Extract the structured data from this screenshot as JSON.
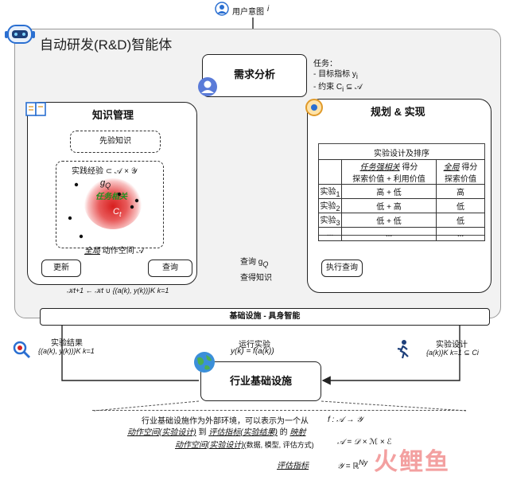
{
  "header": {
    "user_intent": "用户意图",
    "user_intent_symbol": "i",
    "system_title": "自动研发(R&D)智能体"
  },
  "needs_analysis": {
    "label": "需求分析"
  },
  "task_note": {
    "heading": "任务：",
    "line1": "- 目标指标 y",
    "line1_sub": "i",
    "line2": "- 约束 C",
    "line2_sub": "i",
    "line2_tail": " ⊆ 𝒜"
  },
  "knowledge": {
    "title": "知识管理",
    "prior": "先验知识",
    "practice": "实践经验 ⊂ 𝒜 × 𝒴",
    "gq": "g",
    "gq_sub": "Q",
    "task_related": "任务相关",
    "ct": "C",
    "ct_sub": "t",
    "global_space_italic": "全局",
    "global_space_rest": " 动作空间 𝒜",
    "update": "更新",
    "query": "查询",
    "update_formula": "𝒦t+1 ← 𝒦t ∪ {(a(k), y(k))}K k=1"
  },
  "planning": {
    "title": "规划 & 实现",
    "table_title": "实验设计及排序",
    "col_task_italic": "任务强相关",
    "col_task_rest": " 得分",
    "col_task_sub": "探索价值 + 利用价值",
    "col_global_italic": "全局",
    "col_global_rest": " 得分",
    "col_global_sub": "探索价值",
    "rows": [
      {
        "name": "实验",
        "sub": "1",
        "task": "高 + 低",
        "global": "高"
      },
      {
        "name": "实验",
        "sub": "2",
        "task": "低 + 高",
        "global": "低"
      },
      {
        "name": "实验",
        "sub": "3",
        "task": "低 + 低",
        "global": "低"
      },
      {
        "name": "...",
        "sub": "",
        "task": "...",
        "global": "..."
      }
    ],
    "execute_query": "执行查询"
  },
  "query_flow": {
    "query_label": "查询 g",
    "query_sub": "Q",
    "result_label": "查得知识"
  },
  "infra_bar": {
    "label": "基础设施 - 具身智能"
  },
  "infra": {
    "label": "行业基础设施",
    "result_title": "实验结果",
    "result_formula": "{(a(k), y(k))}K k=1",
    "run_title": "运行实验",
    "run_formula": "y(k) = f(a(k))",
    "design_title": "实验设计",
    "design_formula": "{a(k)}K k=1 ⊆ Ci"
  },
  "description": {
    "line1": "行业基础设施作为外部环境，可以表示为一个从",
    "line2_a": "动作空间(实验设计)",
    "line2_b": " 到 ",
    "line2_c": "评估指标(实验结果)",
    "line2_d": " 的 ",
    "line2_e": "映射",
    "line3_a": "动作空间(实验设计)",
    "line3_b": "(数据, 模型, 评估方式)",
    "line4": "评估指标",
    "eq1": "f : 𝒜 → 𝒴",
    "eq2": "𝒜 = 𝒟 × ℳ × ℰ",
    "eq3": "𝒴 = ℝ",
    "eq3_sup": "Ny"
  },
  "watermark": {
    "text": "火鲤鱼"
  },
  "colors": {
    "accent_red": "#d62020",
    "accent_green": "#22aa22",
    "icon_blue": "#2a6fd1"
  }
}
